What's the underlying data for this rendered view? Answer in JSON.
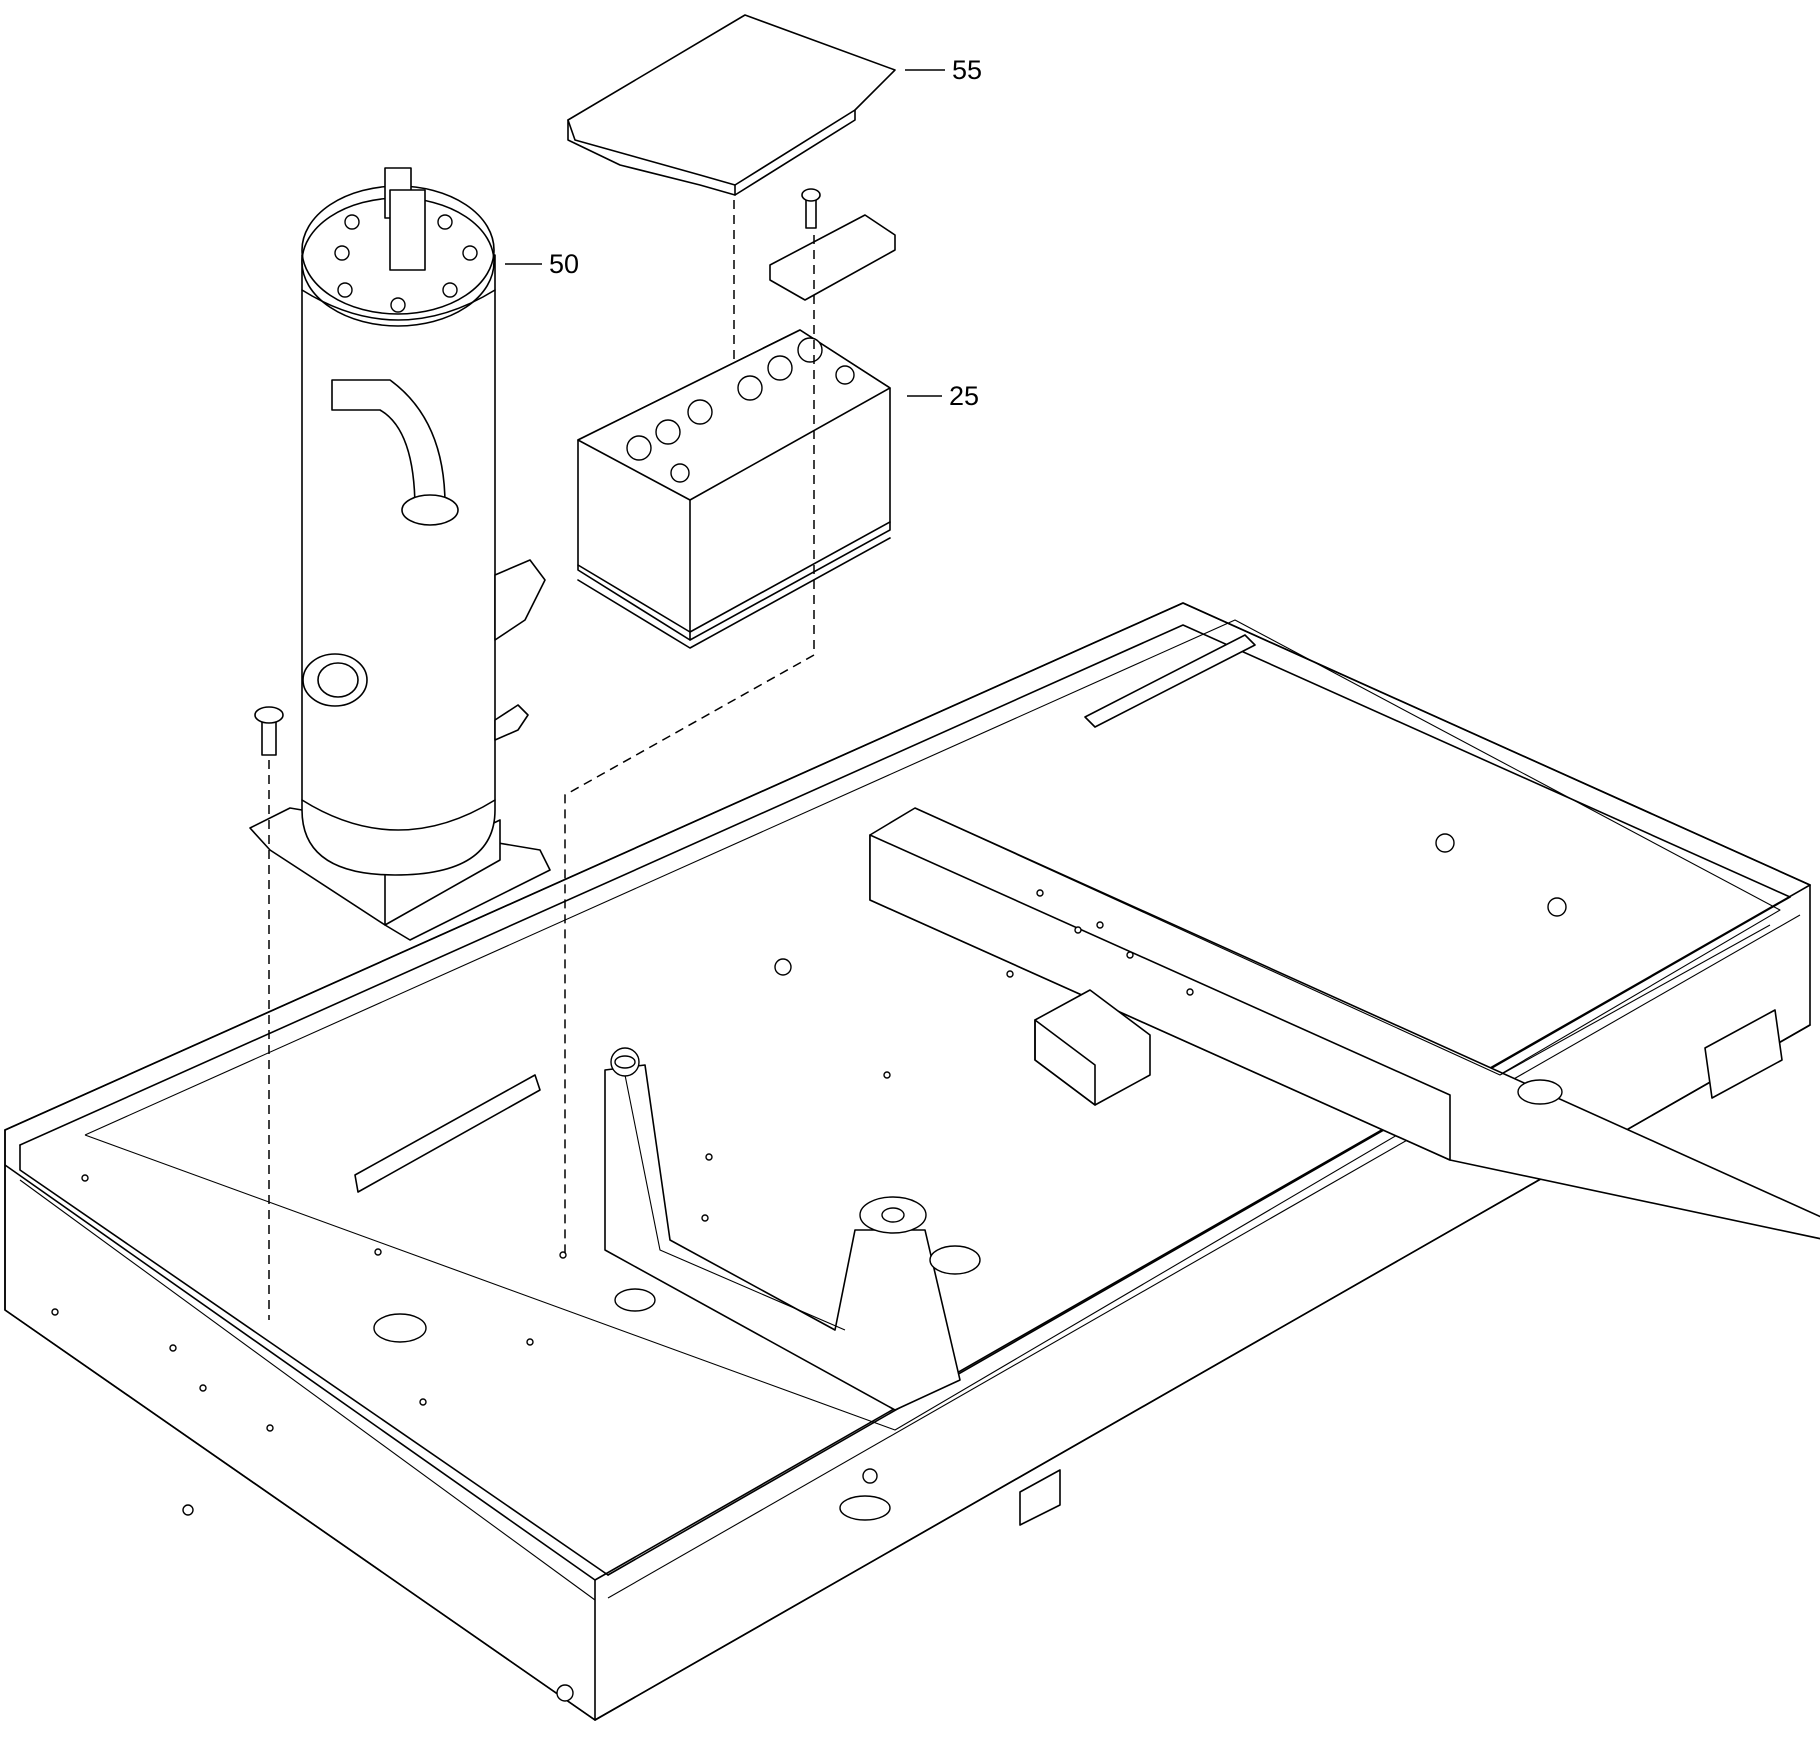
{
  "diagram": {
    "callouts": [
      {
        "id": "callout-55",
        "label": "55",
        "part": "battery-cover"
      },
      {
        "id": "callout-50",
        "label": "50",
        "part": "air-receiver-tank"
      },
      {
        "id": "callout-25",
        "label": "25",
        "part": "battery"
      }
    ],
    "line_color": "#000000",
    "background_color": "#ffffff"
  }
}
